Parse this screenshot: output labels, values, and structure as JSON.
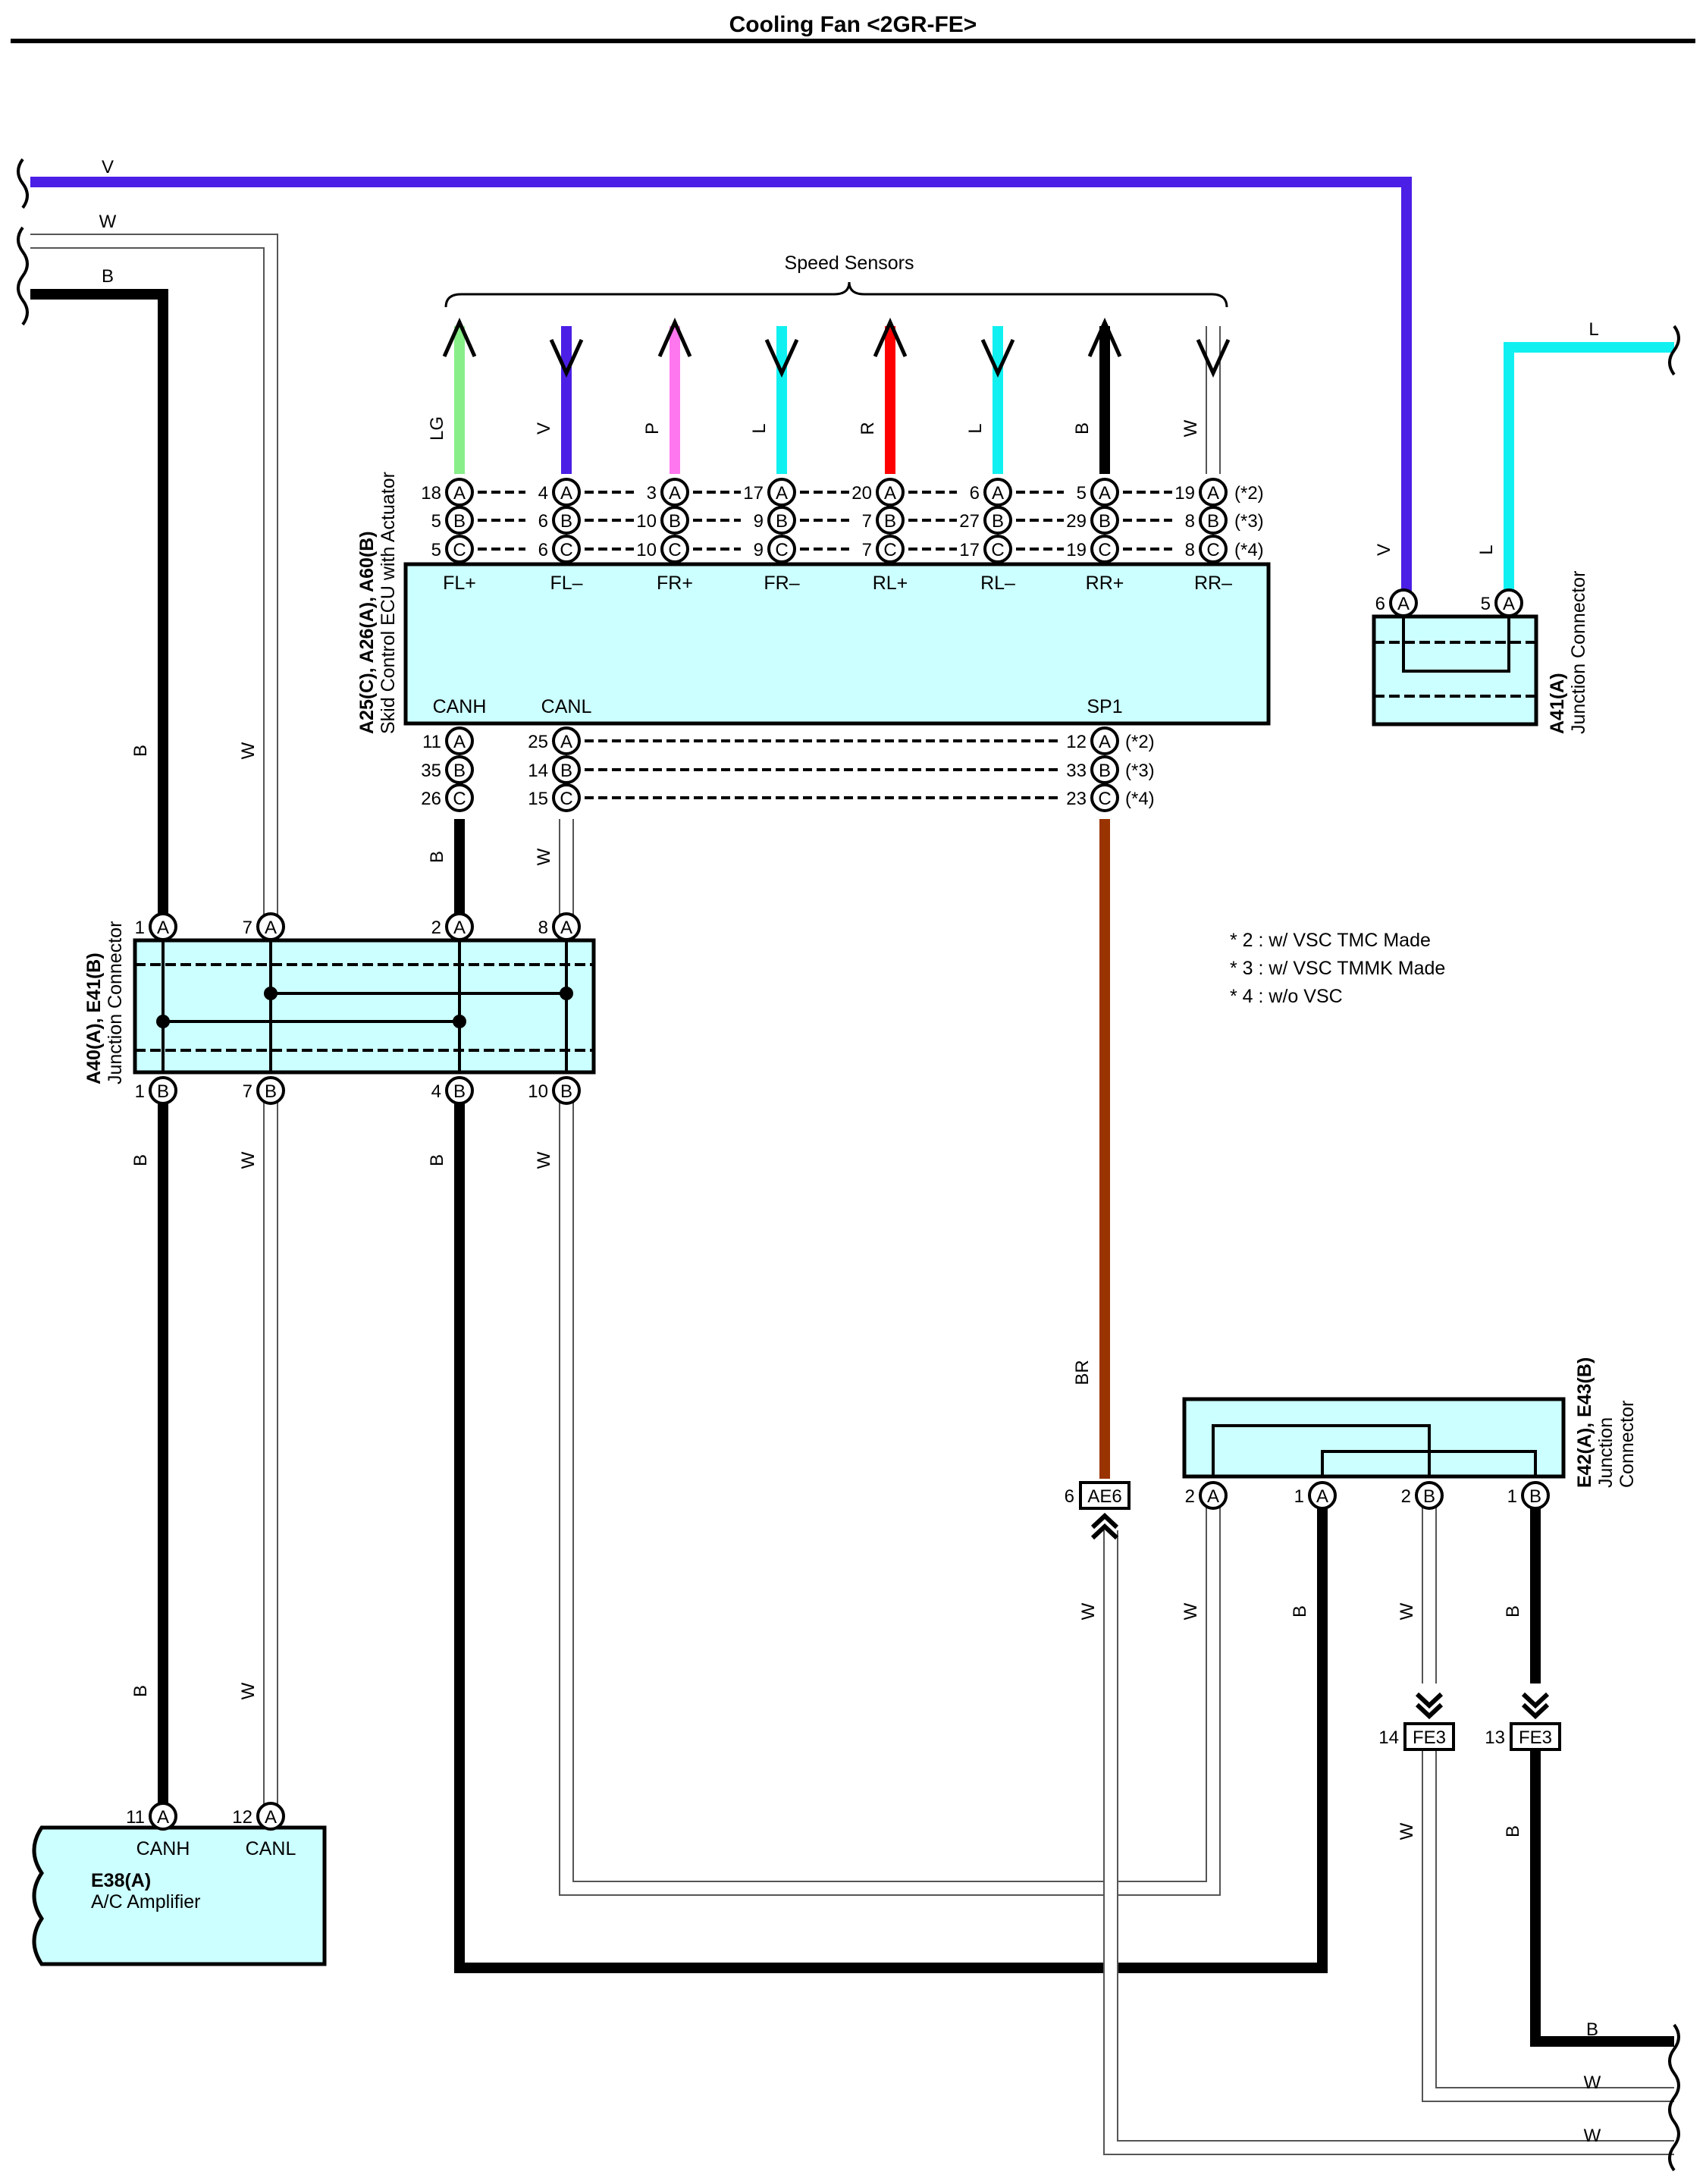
{
  "title": "Cooling Fan <2GR-FE>",
  "colors": {
    "V": "#4b1fe6",
    "L": "#11f0f0",
    "LG": "#88ee88",
    "P": "#ff77ee",
    "R": "#ff0000",
    "B": "#000000",
    "W": "#ffffff",
    "BR": "#993300",
    "box_fill": "#ccffff"
  },
  "wire_labels": {
    "top_v": "V",
    "top_w": "W",
    "top_b": "B",
    "left_b1": "B",
    "left_w1": "W",
    "left_b2": "B",
    "left_w2": "W",
    "left_b3": "B",
    "left_w3": "W",
    "canh_b1": "B",
    "canl_w1": "W",
    "canh_b2": "B",
    "canl_w2": "W",
    "jc_v": "V",
    "jc_l": "L",
    "right_l": "L",
    "br": "BR",
    "ae6_w": "W",
    "e42_w": "W",
    "e42_b": "B",
    "e43_w": "W",
    "e43_b": "B",
    "fe14_w": "W",
    "fe13_b": "B",
    "out_b": "B",
    "out_w1": "W",
    "out_w2": "W"
  },
  "speed_sensors": {
    "title": "Speed Sensors",
    "wires": [
      {
        "color": "LG",
        "label": "LG",
        "arrow": "up"
      },
      {
        "color": "V",
        "label": "V",
        "arrow": "down"
      },
      {
        "color": "P",
        "label": "P",
        "arrow": "up"
      },
      {
        "color": "L",
        "label": "L",
        "arrow": "down"
      },
      {
        "color": "R",
        "label": "R",
        "arrow": "up"
      },
      {
        "color": "L",
        "label": "L",
        "arrow": "down"
      },
      {
        "color": "B",
        "label": "B",
        "arrow": "up"
      },
      {
        "color": "W",
        "label": "W",
        "arrow": "down"
      }
    ]
  },
  "ecu": {
    "code": "A25(C), A26(A), A60(B)",
    "name": "Skid Control ECU with Actuator",
    "top_pins": [
      {
        "label": "FL+",
        "rows": [
          "18",
          "5",
          "5"
        ],
        "left": [
          "",
          "",
          ""
        ]
      },
      {
        "label": "FL–",
        "rows": [
          "4",
          "6",
          "6"
        ],
        "left": [
          "",
          "",
          ""
        ]
      },
      {
        "label": "FR+",
        "rows": [
          "3",
          "10",
          "10"
        ]
      },
      {
        "label": "FR–",
        "rows": [
          "17",
          "9",
          "9"
        ]
      },
      {
        "label": "RL+",
        "rows": [
          "20",
          "7",
          "7"
        ]
      },
      {
        "label": "RL–",
        "rows": [
          "6",
          "27",
          "17"
        ]
      },
      {
        "label": "RR+",
        "rows": [
          "5",
          "29",
          "19"
        ]
      },
      {
        "label": "RR–",
        "rows": [
          "19",
          "8",
          "8"
        ]
      }
    ],
    "row_letters": [
      "A",
      "B",
      "C"
    ],
    "row_notes": [
      "(*2)",
      "(*3)",
      "(*4)"
    ],
    "bottom_pins": [
      {
        "label": "CANH",
        "rows": [
          "11",
          "35",
          "26"
        ]
      },
      {
        "label": "CANL",
        "rows": [
          "25",
          "14",
          "15"
        ]
      },
      {
        "label": "SP1",
        "rows": [
          "12",
          "33",
          "23"
        ]
      }
    ]
  },
  "notes": [
    "* 2 : w/ VSC TMC Made",
    "* 3 : w/ VSC TMMK Made",
    "* 4 : w/o VSC"
  ],
  "jc_a40": {
    "code": "A40(A), E41(B)",
    "name": "Junction Connector",
    "top_pins": [
      {
        "num": "1",
        "letter": "A"
      },
      {
        "num": "7",
        "letter": "A"
      },
      {
        "num": "2",
        "letter": "A"
      },
      {
        "num": "8",
        "letter": "A"
      }
    ],
    "bottom_pins": [
      {
        "num": "1",
        "letter": "B"
      },
      {
        "num": "7",
        "letter": "B"
      },
      {
        "num": "4",
        "letter": "B"
      },
      {
        "num": "10",
        "letter": "B"
      }
    ]
  },
  "jc_a41": {
    "code": "A41(A)",
    "name": "Junction Connector",
    "pins": [
      {
        "num": "6",
        "letter": "A"
      },
      {
        "num": "5",
        "letter": "A"
      }
    ]
  },
  "jc_e42": {
    "code": "E42(A), E43(B)",
    "name_1": "Junction",
    "name_2": "Connector",
    "pins": [
      {
        "num": "2",
        "letter": "A"
      },
      {
        "num": "1",
        "letter": "A"
      },
      {
        "num": "2",
        "letter": "B"
      },
      {
        "num": "1",
        "letter": "B"
      }
    ]
  },
  "ac_amp": {
    "code": "E38(A)",
    "name": "A/C Amplifier",
    "pins": [
      {
        "num": "11",
        "letter": "A",
        "label": "CANH"
      },
      {
        "num": "12",
        "letter": "A",
        "label": "CANL"
      }
    ]
  },
  "inline_connectors": [
    {
      "num": "6",
      "code": "AE6"
    },
    {
      "num": "14",
      "code": "FE3"
    },
    {
      "num": "13",
      "code": "FE3"
    }
  ]
}
